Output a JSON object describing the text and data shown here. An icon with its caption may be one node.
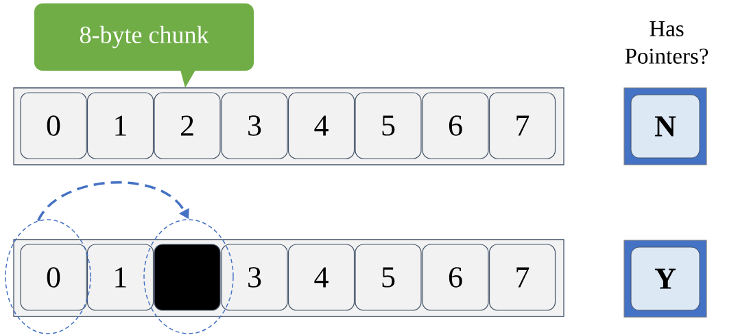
{
  "diagram": {
    "nodes": [
      {
        "text": [
          "8-byte chunk"
        ]
      },
      {
        "text": [],
        "shape": "box"
      },
      {
        "text": [
          "0"
        ],
        "in": 1
      },
      {
        "text": [
          "1"
        ],
        "in": 1
      },
      {
        "text": [
          "2"
        ],
        "in": 1
      },
      {
        "text": [
          "3"
        ],
        "in": 1
      },
      {
        "text": [
          "4"
        ],
        "in": 1
      },
      {
        "text": [
          "5"
        ],
        "in": 1
      },
      {
        "text": [
          "6"
        ],
        "in": 1
      },
      {
        "text": [
          "7"
        ],
        "in": 1
      },
      {
        "text": [
          "N"
        ]
      },
      {
        "text": [],
        "shape": "box"
      },
      {
        "text": [
          "0"
        ]
      },
      {
        "text": [
          "1"
        ],
        "in": 11
      },
      {
        "text": [],
        "shape": "box"
      },
      {
        "text": [
          "3"
        ],
        "in": 11
      },
      {
        "text": [
          "4"
        ],
        "in": 11
      },
      {
        "text": [
          "5"
        ],
        "in": 11
      },
      {
        "text": [
          "6"
        ],
        "in": 11
      },
      {
        "text": [
          "7"
        ],
        "in": 11
      },
      {
        "text": [
          "Y"
        ]
      },
      {
        "text": [],
        "shape": "ellipse"
      },
      {
        "text": [],
        "shape": "ellipse"
      }
    ],
    "edges": [
      {
        "from": 21,
        "to": 22,
        "arrow": "to",
        "style": "dashed",
        "color": "#4472c4"
      }
    ],
    "labels": [
      "Has Pointers?"
    ]
  }
}
